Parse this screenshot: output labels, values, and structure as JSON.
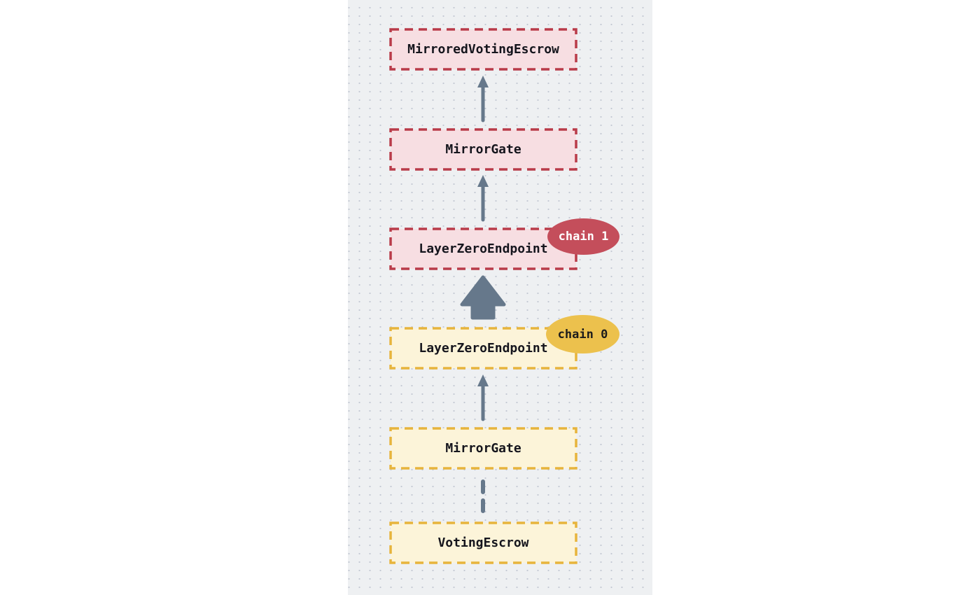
{
  "diagram": {
    "type": "vertical-flow",
    "description_visible_text_only": true,
    "nodes": [
      {
        "id": "mirrored-voting-escrow",
        "label": "MirroredVotingEscrow",
        "chain": "chain 1",
        "style": "red-dashed"
      },
      {
        "id": "mirror-gate-chain1",
        "label": "MirrorGate",
        "chain": "chain 1",
        "style": "red-dashed"
      },
      {
        "id": "layerzero-endpoint-chain1",
        "label": "LayerZeroEndpoint",
        "chain": "chain 1",
        "style": "red-dashed"
      },
      {
        "id": "layerzero-endpoint-chain0",
        "label": "LayerZeroEndpoint",
        "chain": "chain 0",
        "style": "yellow-dashed"
      },
      {
        "id": "mirror-gate-chain0",
        "label": "MirrorGate",
        "chain": "chain 0",
        "style": "yellow-dashed"
      },
      {
        "id": "voting-escrow",
        "label": "VotingEscrow",
        "chain": "chain 0",
        "style": "yellow-dashed"
      }
    ],
    "badges": [
      {
        "label": "chain 1",
        "attached_to": "layerzero-endpoint-chain1",
        "color": "#c44e5b",
        "text_color": "#ffffff"
      },
      {
        "label": "chain 0",
        "attached_to": "layerzero-endpoint-chain0",
        "color": "#ecc14d",
        "text_color": "#1c1c1c"
      }
    ],
    "edges": [
      {
        "from": "mirror-gate-chain1",
        "to": "mirrored-voting-escrow",
        "style": "thin-solid-arrow-up"
      },
      {
        "from": "layerzero-endpoint-chain1",
        "to": "mirror-gate-chain1",
        "style": "thin-solid-arrow-up"
      },
      {
        "from": "layerzero-endpoint-chain0",
        "to": "layerzero-endpoint-chain1",
        "style": "thick-block-arrow-up"
      },
      {
        "from": "mirror-gate-chain0",
        "to": "layerzero-endpoint-chain0",
        "style": "thin-solid-arrow-up"
      },
      {
        "from": "voting-escrow",
        "to": "mirror-gate-chain0",
        "style": "dashed-line"
      }
    ],
    "colors": {
      "page_background": "#ffffff",
      "panel_background": "#eef0f2",
      "grid_dot": "#c3c9d3",
      "chain1_node_border": "#b93b49",
      "chain1_node_fill": "#f7dee2",
      "chain0_node_border": "#e7b43c",
      "chain0_node_fill": "#fcf4d9",
      "arrow": "#66788b",
      "node_text": "#15151d"
    }
  }
}
